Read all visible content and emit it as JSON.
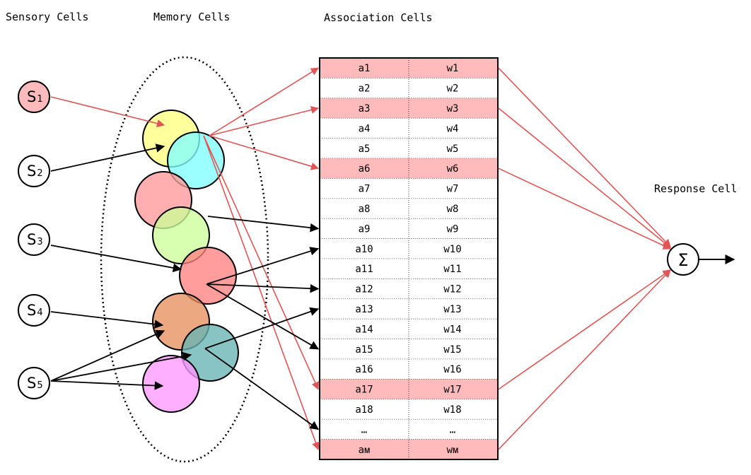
{
  "headers": {
    "sensory": "Sensory Cells",
    "memory": "Memory Cells",
    "association": "Association Cells",
    "response": "Response Cell"
  },
  "sensory_cells": [
    {
      "label": "S",
      "sub": "1",
      "active": true
    },
    {
      "label": "S",
      "sub": "2",
      "active": false
    },
    {
      "label": "S",
      "sub": "3",
      "active": false
    },
    {
      "label": "S",
      "sub": "4",
      "active": false
    },
    {
      "label": "S",
      "sub": "5",
      "active": false
    }
  ],
  "memory_cells": [
    {
      "id": "yellow",
      "color": "#ffff80"
    },
    {
      "id": "cyan",
      "color": "#80ffff"
    },
    {
      "id": "salmon",
      "color": "#ff9999"
    },
    {
      "id": "lime",
      "color": "#ccff99"
    },
    {
      "id": "red",
      "color": "#ff8080"
    },
    {
      "id": "orange",
      "color": "#e6905e"
    },
    {
      "id": "teal",
      "color": "#66b3b3"
    },
    {
      "id": "pink",
      "color": "#ff99ff"
    }
  ],
  "association_rows": [
    {
      "a": "a1",
      "w": "w1",
      "active": true
    },
    {
      "a": "a2",
      "w": "w2",
      "active": false
    },
    {
      "a": "a3",
      "w": "w3",
      "active": true
    },
    {
      "a": "a4",
      "w": "w4",
      "active": false
    },
    {
      "a": "a5",
      "w": "w5",
      "active": false
    },
    {
      "a": "a6",
      "w": "w6",
      "active": true
    },
    {
      "a": "a7",
      "w": "w7",
      "active": false
    },
    {
      "a": "a8",
      "w": "w8",
      "active": false
    },
    {
      "a": "a9",
      "w": "w9",
      "active": false
    },
    {
      "a": "a10",
      "w": "w10",
      "active": false
    },
    {
      "a": "a11",
      "w": "w11",
      "active": false
    },
    {
      "a": "a12",
      "w": "w12",
      "active": false
    },
    {
      "a": "a13",
      "w": "w13",
      "active": false
    },
    {
      "a": "a14",
      "w": "w14",
      "active": false
    },
    {
      "a": "a15",
      "w": "w15",
      "active": false
    },
    {
      "a": "a16",
      "w": "w16",
      "active": false
    },
    {
      "a": "a17",
      "w": "w17",
      "active": true
    },
    {
      "a": "a18",
      "w": "w18",
      "active": false
    },
    {
      "a": "…",
      "w": "…",
      "active": false
    },
    {
      "a": "aᴍ",
      "w": "wᴍ",
      "active": true
    }
  ],
  "response": {
    "symbol": "Σ"
  },
  "colors": {
    "active_fill": "#ffbbbb",
    "active_line": "#e05555",
    "inactive_line": "#000000"
  }
}
